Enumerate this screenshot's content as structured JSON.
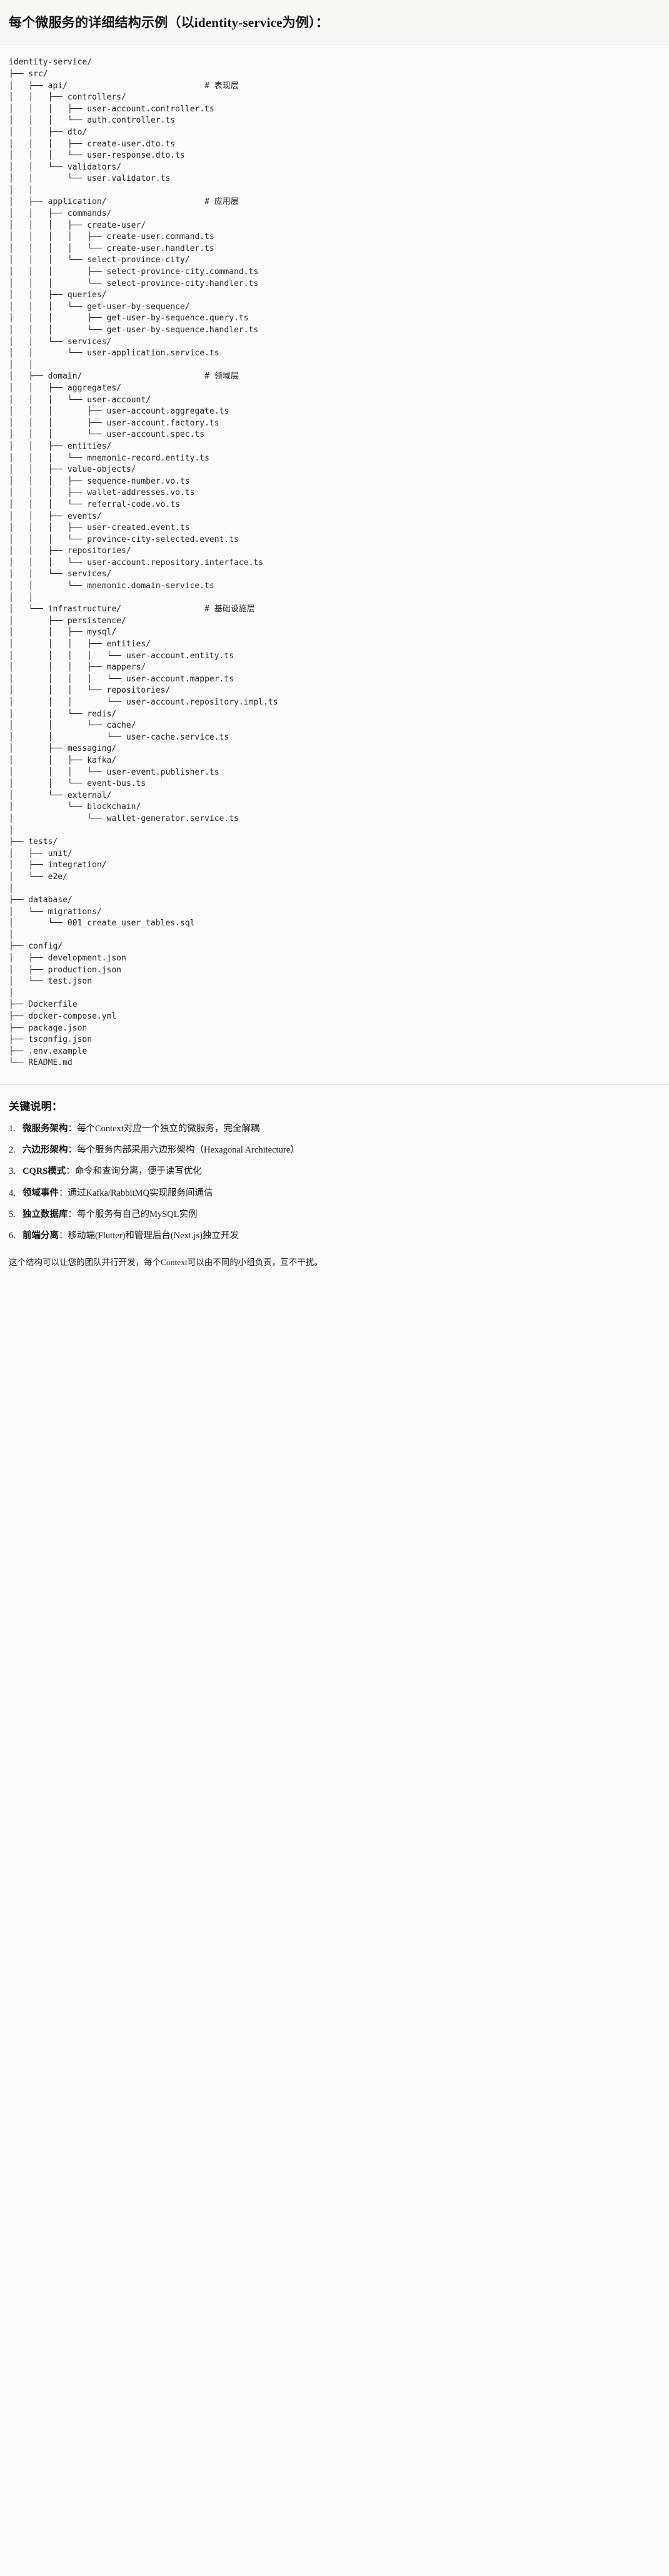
{
  "title": "每个微服务的详细结构示例（以identity-service为例）：",
  "tree": {
    "root": "identity-service/",
    "comment_column": 40,
    "lines": [
      {
        "prefix": "",
        "label": "identity-service/",
        "comment": ""
      },
      {
        "prefix": "├── ",
        "label": "src/",
        "comment": ""
      },
      {
        "prefix": "│   ├── ",
        "label": "api/",
        "comment": "# 表现层"
      },
      {
        "prefix": "│   │   ├── ",
        "label": "controllers/",
        "comment": ""
      },
      {
        "prefix": "│   │   │   ├── ",
        "label": "user-account.controller.ts",
        "comment": ""
      },
      {
        "prefix": "│   │   │   └── ",
        "label": "auth.controller.ts",
        "comment": ""
      },
      {
        "prefix": "│   │   ├── ",
        "label": "dto/",
        "comment": ""
      },
      {
        "prefix": "│   │   │   ├── ",
        "label": "create-user.dto.ts",
        "comment": ""
      },
      {
        "prefix": "│   │   │   └── ",
        "label": "user-response.dto.ts",
        "comment": ""
      },
      {
        "prefix": "│   │   └── ",
        "label": "validators/",
        "comment": ""
      },
      {
        "prefix": "│   │       └── ",
        "label": "user.validator.ts",
        "comment": ""
      },
      {
        "prefix": "│   │",
        "label": "",
        "comment": ""
      },
      {
        "prefix": "│   ├── ",
        "label": "application/",
        "comment": "# 应用层"
      },
      {
        "prefix": "│   │   ├── ",
        "label": "commands/",
        "comment": ""
      },
      {
        "prefix": "│   │   │   ├── ",
        "label": "create-user/",
        "comment": ""
      },
      {
        "prefix": "│   │   │   │   ├── ",
        "label": "create-user.command.ts",
        "comment": ""
      },
      {
        "prefix": "│   │   │   │   └── ",
        "label": "create-user.handler.ts",
        "comment": ""
      },
      {
        "prefix": "│   │   │   └── ",
        "label": "select-province-city/",
        "comment": ""
      },
      {
        "prefix": "│   │   │       ├── ",
        "label": "select-province-city.command.ts",
        "comment": ""
      },
      {
        "prefix": "│   │   │       └── ",
        "label": "select-province-city.handler.ts",
        "comment": ""
      },
      {
        "prefix": "│   │   ├── ",
        "label": "queries/",
        "comment": ""
      },
      {
        "prefix": "│   │   │   └── ",
        "label": "get-user-by-sequence/",
        "comment": ""
      },
      {
        "prefix": "│   │   │       ├── ",
        "label": "get-user-by-sequence.query.ts",
        "comment": ""
      },
      {
        "prefix": "│   │   │       └── ",
        "label": "get-user-by-sequence.handler.ts",
        "comment": ""
      },
      {
        "prefix": "│   │   └── ",
        "label": "services/",
        "comment": ""
      },
      {
        "prefix": "│   │       └── ",
        "label": "user-application.service.ts",
        "comment": ""
      },
      {
        "prefix": "│   │",
        "label": "",
        "comment": ""
      },
      {
        "prefix": "│   ├── ",
        "label": "domain/",
        "comment": "# 领域层"
      },
      {
        "prefix": "│   │   ├── ",
        "label": "aggregates/",
        "comment": ""
      },
      {
        "prefix": "│   │   │   └── ",
        "label": "user-account/",
        "comment": ""
      },
      {
        "prefix": "│   │   │       ├── ",
        "label": "user-account.aggregate.ts",
        "comment": ""
      },
      {
        "prefix": "│   │   │       ├── ",
        "label": "user-account.factory.ts",
        "comment": ""
      },
      {
        "prefix": "│   │   │       └── ",
        "label": "user-account.spec.ts",
        "comment": ""
      },
      {
        "prefix": "│   │   ├── ",
        "label": "entities/",
        "comment": ""
      },
      {
        "prefix": "│   │   │   └── ",
        "label": "mnemonic-record.entity.ts",
        "comment": ""
      },
      {
        "prefix": "│   │   ├── ",
        "label": "value-objects/",
        "comment": ""
      },
      {
        "prefix": "│   │   │   ├── ",
        "label": "sequence-number.vo.ts",
        "comment": ""
      },
      {
        "prefix": "│   │   │   ├── ",
        "label": "wallet-addresses.vo.ts",
        "comment": ""
      },
      {
        "prefix": "│   │   │   └── ",
        "label": "referral-code.vo.ts",
        "comment": ""
      },
      {
        "prefix": "│   │   ├── ",
        "label": "events/",
        "comment": ""
      },
      {
        "prefix": "│   │   │   ├── ",
        "label": "user-created.event.ts",
        "comment": ""
      },
      {
        "prefix": "│   │   │   └── ",
        "label": "province-city-selected.event.ts",
        "comment": ""
      },
      {
        "prefix": "│   │   ├── ",
        "label": "repositories/",
        "comment": ""
      },
      {
        "prefix": "│   │   │   └── ",
        "label": "user-account.repository.interface.ts",
        "comment": ""
      },
      {
        "prefix": "│   │   └── ",
        "label": "services/",
        "comment": ""
      },
      {
        "prefix": "│   │       └── ",
        "label": "mnemonic.domain-service.ts",
        "comment": ""
      },
      {
        "prefix": "│   │",
        "label": "",
        "comment": ""
      },
      {
        "prefix": "│   └── ",
        "label": "infrastructure/",
        "comment": "# 基础设施层"
      },
      {
        "prefix": "│       ├── ",
        "label": "persistence/",
        "comment": ""
      },
      {
        "prefix": "│       │   ├── ",
        "label": "mysql/",
        "comment": ""
      },
      {
        "prefix": "│       │   │   ├── ",
        "label": "entities/",
        "comment": ""
      },
      {
        "prefix": "│       │   │   │   └── ",
        "label": "user-account.entity.ts",
        "comment": ""
      },
      {
        "prefix": "│       │   │   ├── ",
        "label": "mappers/",
        "comment": ""
      },
      {
        "prefix": "│       │   │   │   └── ",
        "label": "user-account.mapper.ts",
        "comment": ""
      },
      {
        "prefix": "│       │   │   └── ",
        "label": "repositories/",
        "comment": ""
      },
      {
        "prefix": "│       │   │       └── ",
        "label": "user-account.repository.impl.ts",
        "comment": ""
      },
      {
        "prefix": "│       │   └── ",
        "label": "redis/",
        "comment": ""
      },
      {
        "prefix": "│       │       └── ",
        "label": "cache/",
        "comment": ""
      },
      {
        "prefix": "│       │           └── ",
        "label": "user-cache.service.ts",
        "comment": ""
      },
      {
        "prefix": "│       ├── ",
        "label": "messaging/",
        "comment": ""
      },
      {
        "prefix": "│       │   ├── ",
        "label": "kafka/",
        "comment": ""
      },
      {
        "prefix": "│       │   │   └── ",
        "label": "user-event.publisher.ts",
        "comment": ""
      },
      {
        "prefix": "│       │   └── ",
        "label": "event-bus.ts",
        "comment": ""
      },
      {
        "prefix": "│       └── ",
        "label": "external/",
        "comment": ""
      },
      {
        "prefix": "│           └── ",
        "label": "blockchain/",
        "comment": ""
      },
      {
        "prefix": "│               └── ",
        "label": "wallet-generator.service.ts",
        "comment": ""
      },
      {
        "prefix": "│",
        "label": "",
        "comment": ""
      },
      {
        "prefix": "├── ",
        "label": "tests/",
        "comment": ""
      },
      {
        "prefix": "│   ├── ",
        "label": "unit/",
        "comment": ""
      },
      {
        "prefix": "│   ├── ",
        "label": "integration/",
        "comment": ""
      },
      {
        "prefix": "│   └── ",
        "label": "e2e/",
        "comment": ""
      },
      {
        "prefix": "│",
        "label": "",
        "comment": ""
      },
      {
        "prefix": "├── ",
        "label": "database/",
        "comment": ""
      },
      {
        "prefix": "│   └── ",
        "label": "migrations/",
        "comment": ""
      },
      {
        "prefix": "│       └── ",
        "label": "001_create_user_tables.sql",
        "comment": ""
      },
      {
        "prefix": "│",
        "label": "",
        "comment": ""
      },
      {
        "prefix": "├── ",
        "label": "config/",
        "comment": ""
      },
      {
        "prefix": "│   ├── ",
        "label": "development.json",
        "comment": ""
      },
      {
        "prefix": "│   ├── ",
        "label": "production.json",
        "comment": ""
      },
      {
        "prefix": "│   └── ",
        "label": "test.json",
        "comment": ""
      },
      {
        "prefix": "│",
        "label": "",
        "comment": ""
      },
      {
        "prefix": "├── ",
        "label": "Dockerfile",
        "comment": ""
      },
      {
        "prefix": "├── ",
        "label": "docker-compose.yml",
        "comment": ""
      },
      {
        "prefix": "├── ",
        "label": "package.json",
        "comment": ""
      },
      {
        "prefix": "├── ",
        "label": "tsconfig.json",
        "comment": ""
      },
      {
        "prefix": "├── ",
        "label": ".env.example",
        "comment": ""
      },
      {
        "prefix": "└── ",
        "label": "README.md",
        "comment": ""
      }
    ]
  },
  "notes": {
    "heading": "关键说明：",
    "items": [
      {
        "term": "微服务架构",
        "sep": "：",
        "desc": "每个Context对应一个独立的微服务，完全解耦"
      },
      {
        "term": "六边形架构",
        "sep": "：",
        "desc": "每个服务内部采用六边形架构（Hexagonal Architecture）"
      },
      {
        "term": "CQRS模式",
        "sep": "：",
        "desc": "命令和查询分离，便于读写优化"
      },
      {
        "term": "领域事件",
        "sep": "：",
        "desc": "通过Kafka/RabbitMQ实现服务间通信"
      },
      {
        "term": "独立数据库",
        "sep": "：",
        "desc": "每个服务有自己的MySQL实例"
      },
      {
        "term": "前端分离",
        "sep": "：",
        "desc": "移动端(Flutter)和管理后台(Next.js)独立开发"
      }
    ],
    "closing": "这个结构可以让您的团队并行开发，每个Context可以由不同的小组负责，互不干扰。"
  }
}
